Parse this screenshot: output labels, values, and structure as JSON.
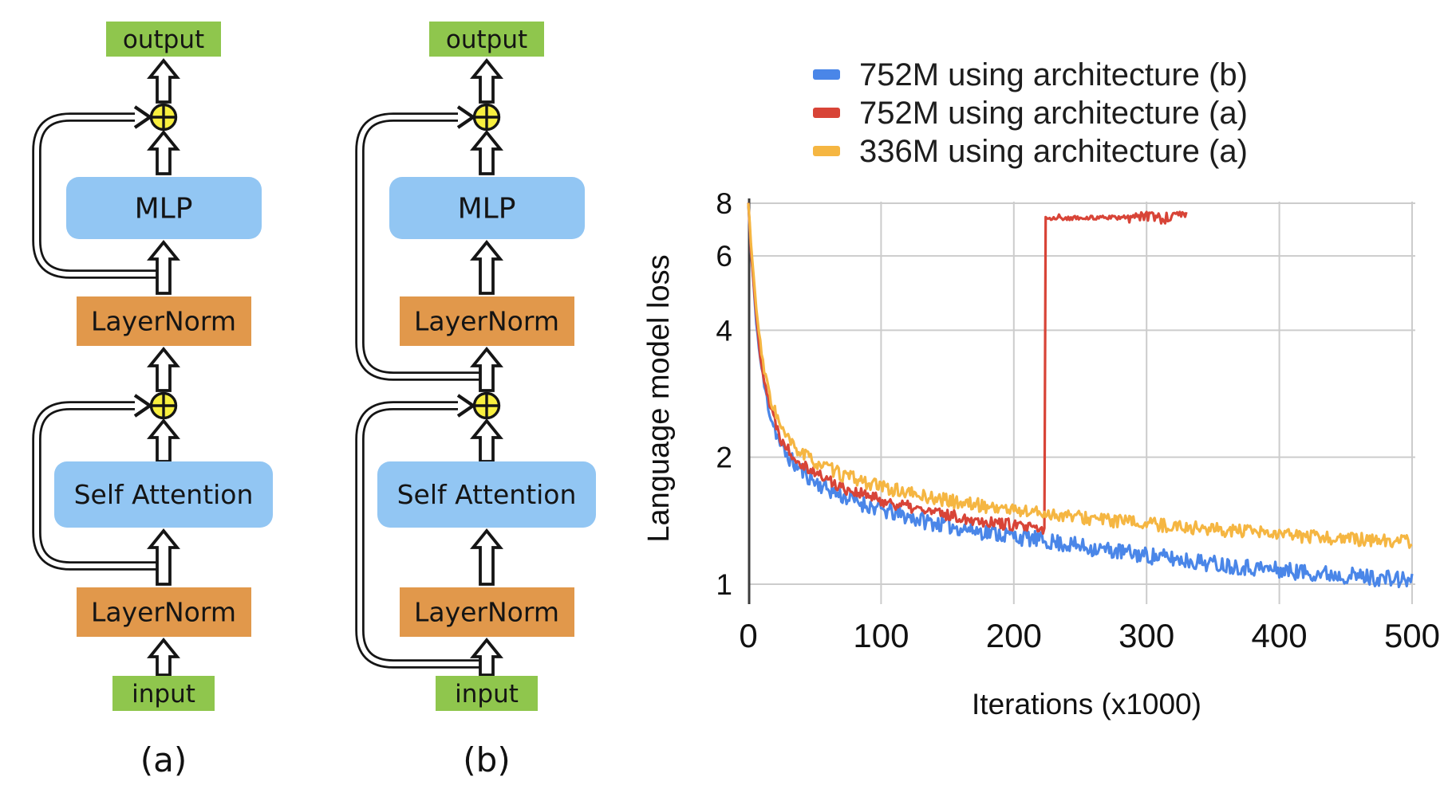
{
  "figure": {
    "panels": {
      "a_label": "(a)",
      "b_label": "(b)"
    },
    "diagram_a": {
      "output": "output",
      "mlp": "MLP",
      "layernorm_top": "LayerNorm",
      "self_attention": "Self Attention",
      "layernorm_bottom": "LayerNorm",
      "input": "input"
    },
    "diagram_b": {
      "output": "output",
      "mlp": "MLP",
      "layernorm_top": "LayerNorm",
      "self_attention": "Self Attention",
      "layernorm_bottom": "LayerNorm",
      "input": "input"
    },
    "colors": {
      "box_green": "#8fc64d",
      "box_orange": "#e1984b",
      "box_blue": "#92c6f3",
      "add_circle_yellow": "#f8ef3f",
      "line_black": "#151515"
    }
  },
  "chart_data": {
    "type": "line",
    "title": "",
    "xlabel": "Iterations (x1000)",
    "ylabel": "Language model loss",
    "x_ticks": [
      0,
      100,
      200,
      300,
      400,
      500
    ],
    "y_ticks": [
      1,
      2,
      4,
      6,
      8
    ],
    "xlim": [
      0,
      500
    ],
    "ylim": [
      1,
      8
    ],
    "y_scale": "log",
    "grid": true,
    "legend_position": "top",
    "series": [
      {
        "name": "752M using architecture (b)",
        "color": "#4a86e8",
        "noise": 0.02,
        "x": [
          0,
          1,
          2,
          3,
          5,
          8,
          12,
          17,
          25,
          35,
          50,
          70,
          100,
          130,
          160,
          200,
          250,
          300,
          350,
          400,
          450,
          500
        ],
        "y": [
          8,
          7,
          6.1,
          5.6,
          4.6,
          3.6,
          2.95,
          2.5,
          2.1,
          1.92,
          1.75,
          1.62,
          1.5,
          1.42,
          1.36,
          1.3,
          1.23,
          1.17,
          1.12,
          1.08,
          1.05,
          1.02
        ]
      },
      {
        "name": "752M using architecture (a)",
        "color": "#d84437",
        "noise": 0.014,
        "divergence_x": 223,
        "x": [
          0,
          1,
          2,
          3,
          5,
          8,
          12,
          17,
          25,
          35,
          50,
          70,
          100,
          130,
          160,
          200,
          210,
          218,
          223,
          224,
          240,
          270,
          300,
          330
        ],
        "y": [
          8,
          7.1,
          6.2,
          5.7,
          4.7,
          3.7,
          3.05,
          2.6,
          2.2,
          2.0,
          1.84,
          1.7,
          1.58,
          1.5,
          1.44,
          1.38,
          1.36,
          1.35,
          1.34,
          7.35,
          7.38,
          7.4,
          7.42,
          7.45
        ]
      },
      {
        "name": "336M using architecture (a)",
        "color": "#f5b642",
        "noise": 0.016,
        "x": [
          0,
          1,
          2,
          3,
          5,
          8,
          12,
          17,
          25,
          35,
          50,
          70,
          100,
          130,
          160,
          200,
          250,
          300,
          350,
          400,
          450,
          500
        ],
        "y": [
          8,
          7.2,
          6.4,
          5.9,
          4.9,
          3.9,
          3.2,
          2.75,
          2.32,
          2.1,
          1.95,
          1.82,
          1.7,
          1.62,
          1.56,
          1.5,
          1.44,
          1.39,
          1.35,
          1.31,
          1.28,
          1.26
        ]
      }
    ]
  }
}
